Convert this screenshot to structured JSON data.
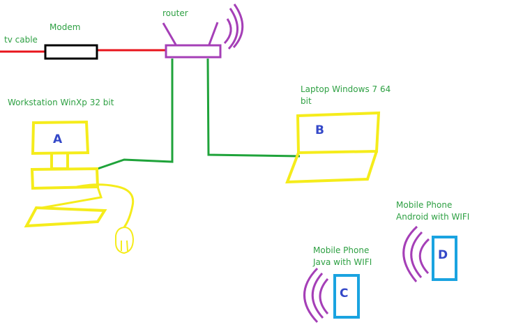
{
  "labels": {
    "tv_cable": "tv cable",
    "modem": "Modem",
    "router": "router",
    "workstation": "Workstation WinXp 32 bit",
    "laptop_line1": "Laptop Windows 7 64",
    "laptop_line2": "bit",
    "phone_android_line1": "Mobile Phone",
    "phone_android_line2": "Android with WIFI",
    "phone_java_line1": "Mobile Phone",
    "phone_java_line2": "Java with WIFI"
  },
  "devices": {
    "a": "A",
    "b": "B",
    "c": "C",
    "d": "D"
  },
  "colors": {
    "cable": "#e8141c",
    "ethernet": "#1fa33a",
    "router": "#a53fb7",
    "device": "#f5ec1b",
    "phone": "#1aa3e0",
    "label": "#2ea043",
    "letter": "#3448c8",
    "modem": "#000000"
  }
}
